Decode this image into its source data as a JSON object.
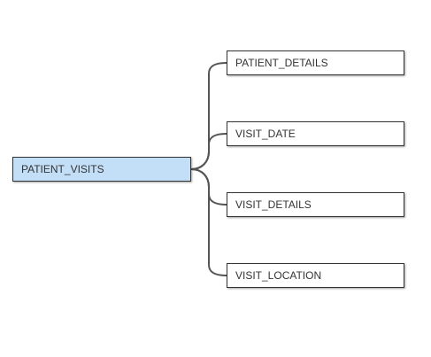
{
  "diagram": {
    "type": "tree",
    "root": {
      "label": "PATIENT_VISITS"
    },
    "children": [
      {
        "label": "PATIENT_DETAILS"
      },
      {
        "label": "VISIT_DATE"
      },
      {
        "label": "VISIT_DETAILS"
      },
      {
        "label": "VISIT_LOCATION"
      }
    ]
  },
  "colors": {
    "root_fill": "#c3dff7",
    "node_fill": "#ffffff",
    "node_border": "#333333",
    "connector": "#555555"
  }
}
